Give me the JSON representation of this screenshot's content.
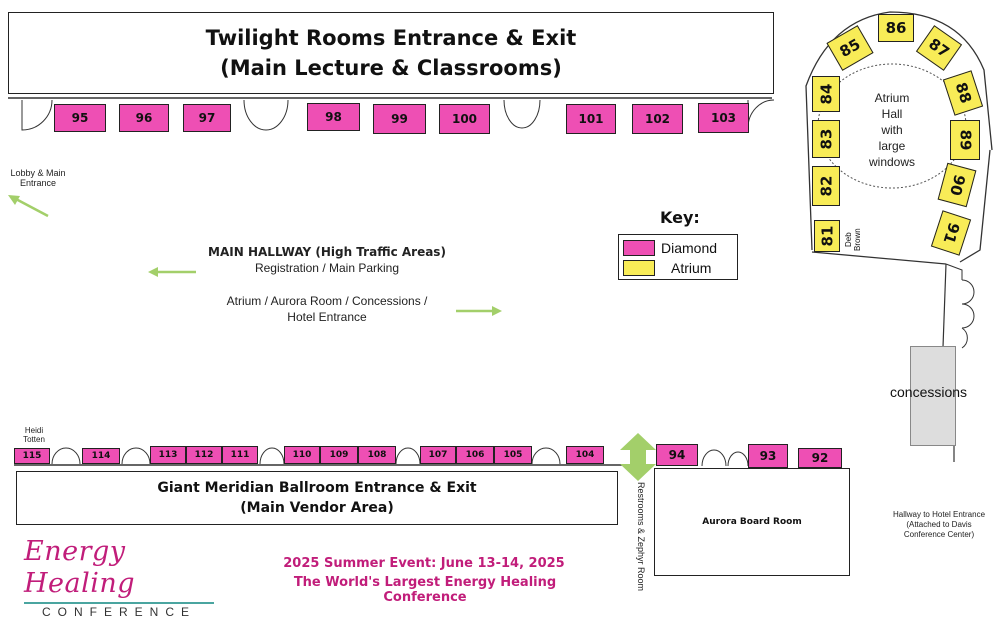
{
  "twilight": {
    "line1": "Twilight Rooms Entrance & Exit",
    "line2": "(Main Lecture & Classrooms)"
  },
  "ballroom": {
    "line1": "Giant Meridian Ballroom Entrance & Exit",
    "line2": "(Main Vendor Area)"
  },
  "aurora_board": "Aurora Board Room",
  "concessions": "concessions",
  "restrooms": "Restrooms & Zephyr Room",
  "lobby": {
    "line1": "Lobby & Main",
    "line2": "Entrance"
  },
  "hallway": {
    "title": "MAIN  HALLWAY (High Traffic Areas)",
    "line1": "Registration / Main Parking",
    "line2": "Atrium / Aurora Room / Concessions /",
    "line3": "Hotel Entrance"
  },
  "atrium_hall": [
    "Atrium",
    "Hall",
    "with",
    "large",
    "windows"
  ],
  "deb_brown": "Deb Brown",
  "heidi": {
    "line1": "Heidi",
    "line2": "Totten"
  },
  "hotel_hallway": [
    "Hallway to Hotel Entrance",
    "(Attached to Davis",
    "Conference Center)"
  ],
  "legend": {
    "title": "Key:",
    "items": [
      {
        "label": "Diamond",
        "color": "#ee4fb4"
      },
      {
        "label": "Atrium",
        "color": "#f8ec57"
      }
    ]
  },
  "footer": {
    "logo_script": "Energy Healing",
    "logo_sub": "CONFERENCE",
    "event": "2025 Summer Event: June 13-14, 2025",
    "tagline": "The World's Largest Energy Healing Conference"
  },
  "booths_top": [
    "95",
    "96",
    "97",
    "98",
    "99",
    "100",
    "101",
    "102",
    "103"
  ],
  "booths_bottom": [
    "115",
    "114",
    "113",
    "112",
    "111",
    "110",
    "109",
    "108",
    "107",
    "106",
    "105",
    "104",
    "94",
    "93",
    "92"
  ],
  "booths_atrium": [
    "81",
    "82",
    "83",
    "84",
    "85",
    "86",
    "87",
    "88",
    "89",
    "90",
    "91"
  ]
}
